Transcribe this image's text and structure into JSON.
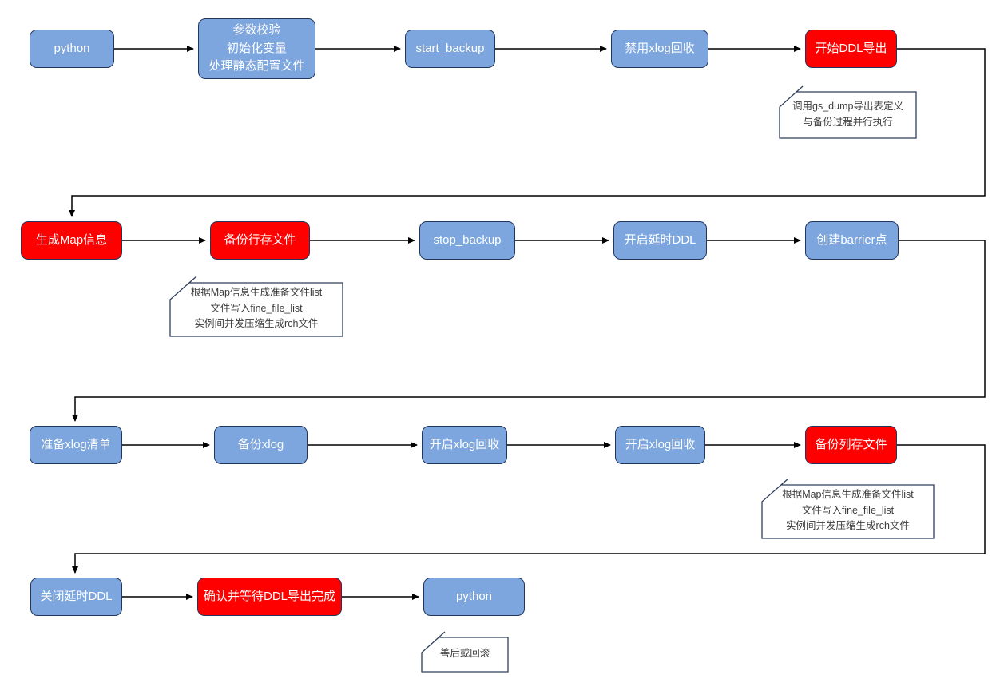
{
  "colors": {
    "process_blue": "#7CA6DD",
    "highlight_red": "#FF0000",
    "node_border": "#22365C",
    "note_border": "#2E3E5C",
    "note_text": "#3C3C3C",
    "connector": "#000000"
  },
  "nodes": [
    {
      "label": "python",
      "style": "blue"
    },
    {
      "label": "参数校验\n初始化变量\n处理静态配置文件",
      "style": "blue"
    },
    {
      "label": "start_backup",
      "style": "blue"
    },
    {
      "label": "禁用xlog回收",
      "style": "blue"
    },
    {
      "label": "开始DDL导出",
      "style": "red"
    },
    {
      "label": "生成Map信息",
      "style": "red"
    },
    {
      "label": "备份行存文件",
      "style": "red"
    },
    {
      "label": "stop_backup",
      "style": "blue"
    },
    {
      "label": "开启延时DDL",
      "style": "blue"
    },
    {
      "label": "创建barrier点",
      "style": "blue"
    },
    {
      "label": "准备xlog清单",
      "style": "blue"
    },
    {
      "label": "备份xlog",
      "style": "blue"
    },
    {
      "label": "开启xlog回收",
      "style": "blue"
    },
    {
      "label": "开启xlog回收",
      "style": "blue"
    },
    {
      "label": "备份列存文件",
      "style": "red"
    },
    {
      "label": "关闭延时DDL",
      "style": "blue"
    },
    {
      "label": "确认并等待DDL导出完成",
      "style": "red"
    },
    {
      "label": "python",
      "style": "blue"
    }
  ],
  "notes": [
    {
      "text": "调用gs_dump导出表定义\n与备份过程并行执行"
    },
    {
      "text": "根据Map信息生成准备文件list\n文件写入fine_file_list\n实例间并发压缩生成rch文件"
    },
    {
      "text": "根据Map信息生成准备文件list\n文件写入fine_file_list\n实例间并发压缩生成rch文件"
    },
    {
      "text": "善后或回滚"
    }
  ]
}
